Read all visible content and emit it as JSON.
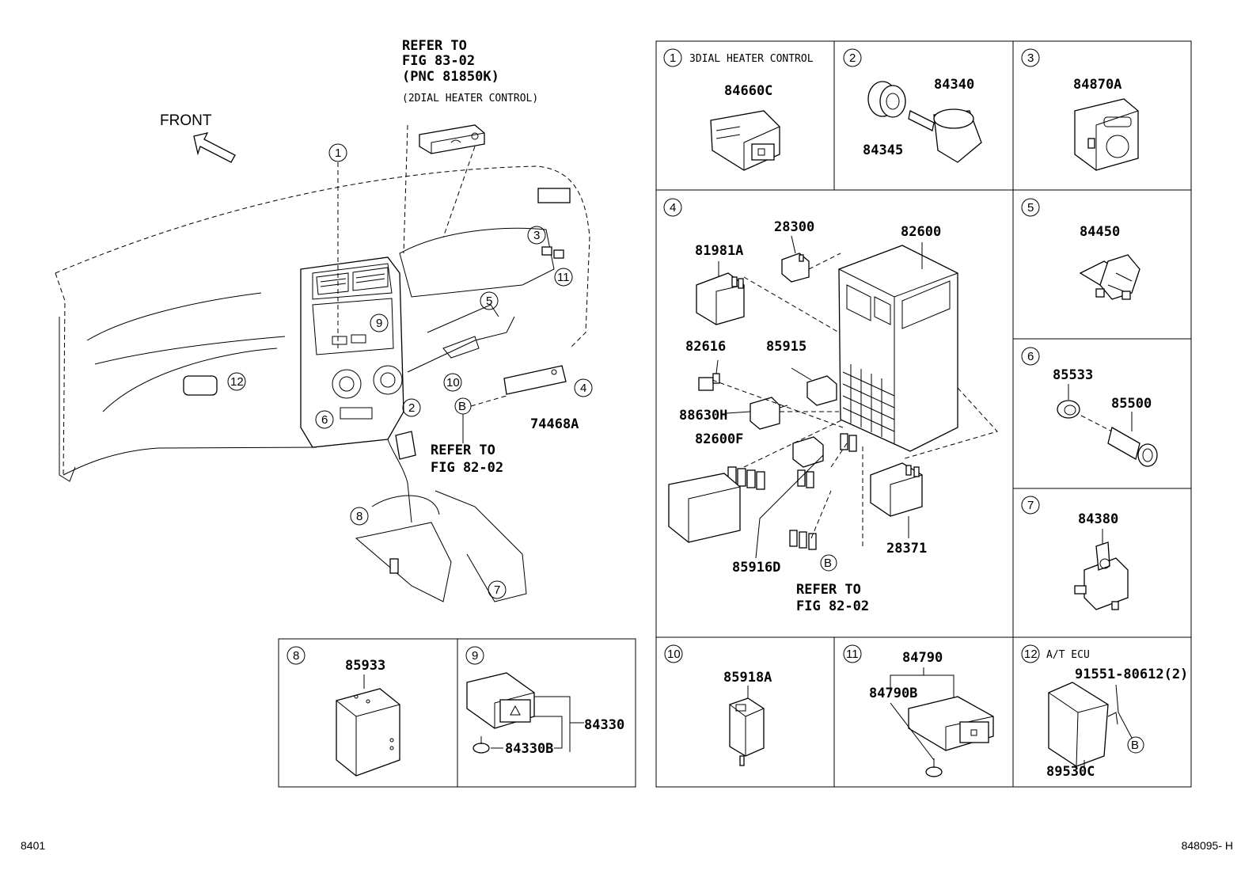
{
  "front_label": "FRONT",
  "main_refs": {
    "top_ref": [
      "REFER TO",
      "FIG 83-02",
      "(PNC 81850K)",
      "(2DIAL HEATER CONTROL)"
    ],
    "bottom_ref": [
      "REFER TO",
      "FIG 82-02"
    ],
    "b_marker": "B",
    "part_74468A": "74468A"
  },
  "main_callouts": [
    "1",
    "2",
    "3",
    "4",
    "5",
    "6",
    "7",
    "8",
    "9",
    "10",
    "11",
    "12"
  ],
  "panels": {
    "p1": {
      "num": "1",
      "title": "3DIAL HEATER CONTROL",
      "parts": [
        "84660C"
      ]
    },
    "p2": {
      "num": "2",
      "parts": [
        "84340",
        "84345"
      ]
    },
    "p3": {
      "num": "3",
      "parts": [
        "84870A"
      ]
    },
    "p4": {
      "num": "4",
      "parts": [
        "28300",
        "82600",
        "81981A",
        "82616",
        "85915",
        "88630H",
        "82600F",
        "85916D",
        "28371"
      ],
      "ref": [
        "REFER TO",
        "FIG 82-02"
      ],
      "b_marker": "B"
    },
    "p5": {
      "num": "5",
      "parts": [
        "84450"
      ]
    },
    "p6": {
      "num": "6",
      "parts": [
        "85533",
        "85500"
      ]
    },
    "p7": {
      "num": "7",
      "parts": [
        "84380"
      ]
    },
    "p8": {
      "num": "8",
      "parts": [
        "85933"
      ]
    },
    "p9": {
      "num": "9",
      "parts": [
        "84330",
        "84330B"
      ]
    },
    "p10": {
      "num": "10",
      "parts": [
        "85918A"
      ]
    },
    "p11": {
      "num": "11",
      "parts": [
        "84790",
        "84790B"
      ]
    },
    "p12": {
      "num": "12",
      "title": "A/T ECU",
      "parts": [
        "91551-80612(2)",
        "89530C"
      ],
      "b_marker": "B"
    }
  },
  "footer": {
    "left": "8401",
    "right": "848095- H"
  }
}
